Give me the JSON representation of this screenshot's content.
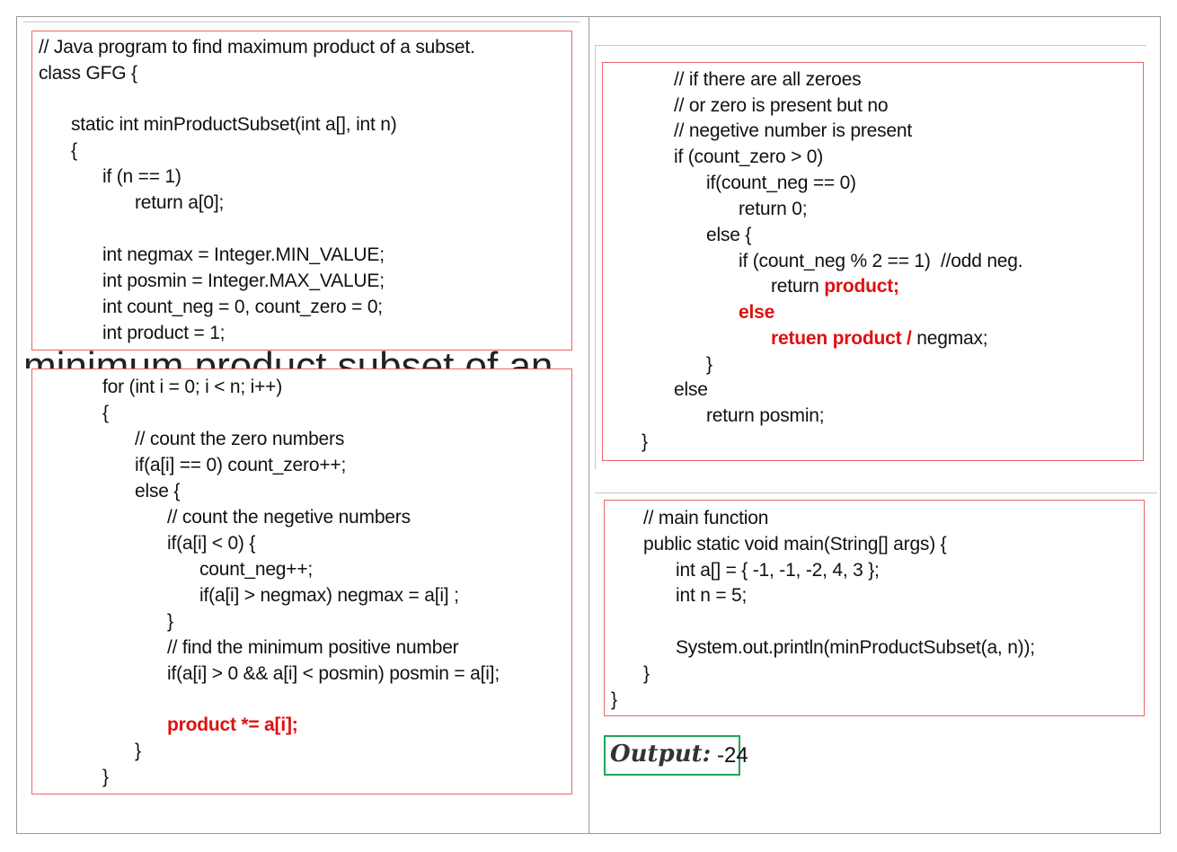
{
  "left_top_box": {
    "lines": [
      "// Java program to find maximum product of a subset.",
      "class GFG {",
      "",
      "static int minProductSubset(int a[], int n)",
      "{",
      "if (n == 1)",
      "return a[0];",
      "",
      "int negmax = Integer.MIN_VALUE;",
      "int posmin = Integer.MAX_VALUE;",
      "int count_neg = 0, count_zero = 0;",
      "int product = 1;"
    ]
  },
  "ghost_title": "minimum product subset of an array",
  "left_bottom_box": {
    "lines": [
      "for (int i = 0; i < n; i++)",
      "{",
      "// count the zero numbers",
      "if(a[i] == 0) count_zero++;",
      "else {",
      "// count the negetive numbers",
      "if(a[i] < 0) {",
      "count_neg++;",
      "if(a[i] > negmax) negmax = a[i] ;",
      "}",
      "// find the minimum positive number",
      "if(a[i] > 0 && a[i] < posmin) posmin = a[i];",
      "",
      "product *= a[i];",
      "}",
      "}"
    ]
  },
  "right_top_box": {
    "lines": [
      "// if there are all zeroes",
      "// or zero is present but no",
      "// negetive number is present",
      "if (count_zero > 0)",
      "if(count_neg == 0)",
      "return 0;",
      "else {",
      "if (count_neg % 2 == 1)  //odd neg.",
      "return ",
      "product;",
      "else",
      "retuen product /",
      " negmax;",
      "}",
      "else",
      "return posmin;",
      "}"
    ]
  },
  "right_bottom_box": {
    "lines": [
      "// main function",
      "public static void main(String[] args) {",
      "int a[] = { -1, -1, -2, 4, 3 };",
      "int n = 5;",
      "",
      "System.out.println(minProductSubset(a, n));",
      "}",
      "}"
    ]
  },
  "output": {
    "label": "Output:",
    "value": "-24"
  },
  "colors": {
    "box_border": "#e8666a",
    "highlight": "#e01010",
    "output_border": "#22a35a"
  }
}
